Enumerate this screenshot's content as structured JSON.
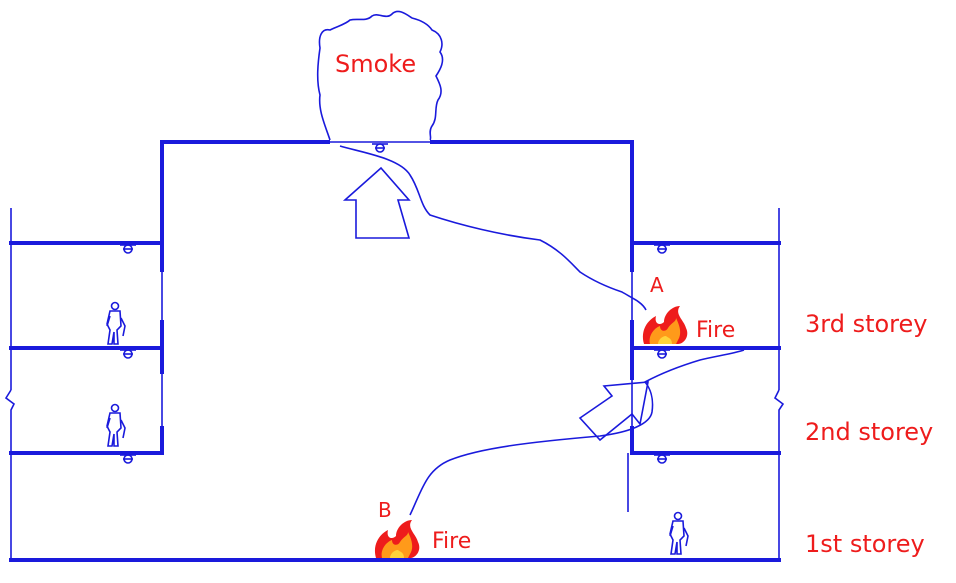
{
  "diagram": {
    "labels": {
      "smoke": "Smoke",
      "fire_a_marker": "A",
      "fire_a_label": "Fire",
      "fire_b_marker": "B",
      "fire_b_label": "Fire"
    },
    "storeys": {
      "third": "3rd storey",
      "second": "2nd storey",
      "first": "1st storey"
    },
    "colors": {
      "lines": "#1a1adc",
      "text": "#ee1c1c",
      "flame_outer": "#ee1c1c",
      "flame_inner": "#ff9a1a"
    },
    "icons": [
      "smoke-cloud",
      "fire-icon",
      "person-icon",
      "sprinkler-icon",
      "flow-arrow"
    ]
  }
}
